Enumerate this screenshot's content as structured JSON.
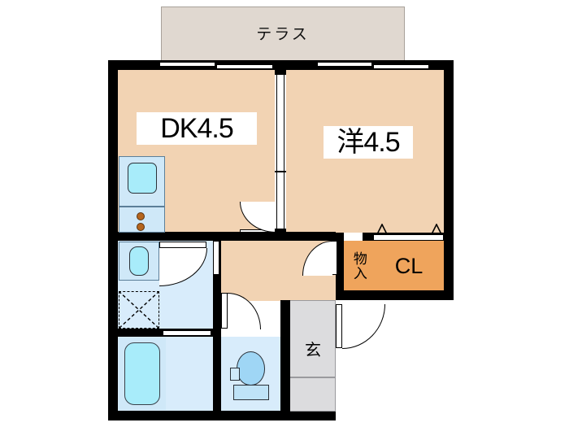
{
  "plan": {
    "type": "floor-plan",
    "title_visible": false,
    "rooms": [
      {
        "id": "terrace",
        "label": "テラス",
        "kind": "terrace",
        "color": "#e0d8d0"
      },
      {
        "id": "dk",
        "label": "DK4.5",
        "kind": "dining-kitchen",
        "color": "#f2d3b3",
        "size_jo": 4.5
      },
      {
        "id": "western",
        "label": "洋4.5",
        "kind": "western-room",
        "color": "#f2d3b3",
        "size_jo": 4.5
      },
      {
        "id": "storage",
        "label": "物入",
        "kind": "storage",
        "color": "#efa45c"
      },
      {
        "id": "closet",
        "label": "CL",
        "kind": "closet",
        "color": "#efa45c"
      },
      {
        "id": "genkan",
        "label": "玄",
        "kind": "entrance",
        "color": "#dcdcde"
      },
      {
        "id": "bath",
        "label": "",
        "kind": "bathroom",
        "color": "#d8ecfb"
      },
      {
        "id": "washroom",
        "label": "",
        "kind": "washroom",
        "color": "#d8ecfb"
      },
      {
        "id": "toilet",
        "label": "",
        "kind": "toilet",
        "color": "#d8ecfb"
      },
      {
        "id": "hall",
        "label": "",
        "kind": "hallway",
        "color": "#f2d3b3"
      }
    ],
    "fixtures": [
      {
        "id": "kitchen-sink",
        "label": ""
      },
      {
        "id": "gas-stove",
        "label": "",
        "burners": 2
      },
      {
        "id": "vanity-sink",
        "label": ""
      },
      {
        "id": "washing-machine-space",
        "label": ""
      },
      {
        "id": "bathtub",
        "label": ""
      },
      {
        "id": "toilet-bowl",
        "label": ""
      }
    ],
    "colors": {
      "wall": "#000000",
      "room_floor": "#f2d3b3",
      "closet_orange": "#efa45c",
      "terrace_beige": "#e0d8d0",
      "wet_blue": "#d8ecfb",
      "fixture_cyan": "#a8ecfa",
      "genkan_gray": "#dcdcde",
      "burner_brown": "#b5651d"
    }
  }
}
